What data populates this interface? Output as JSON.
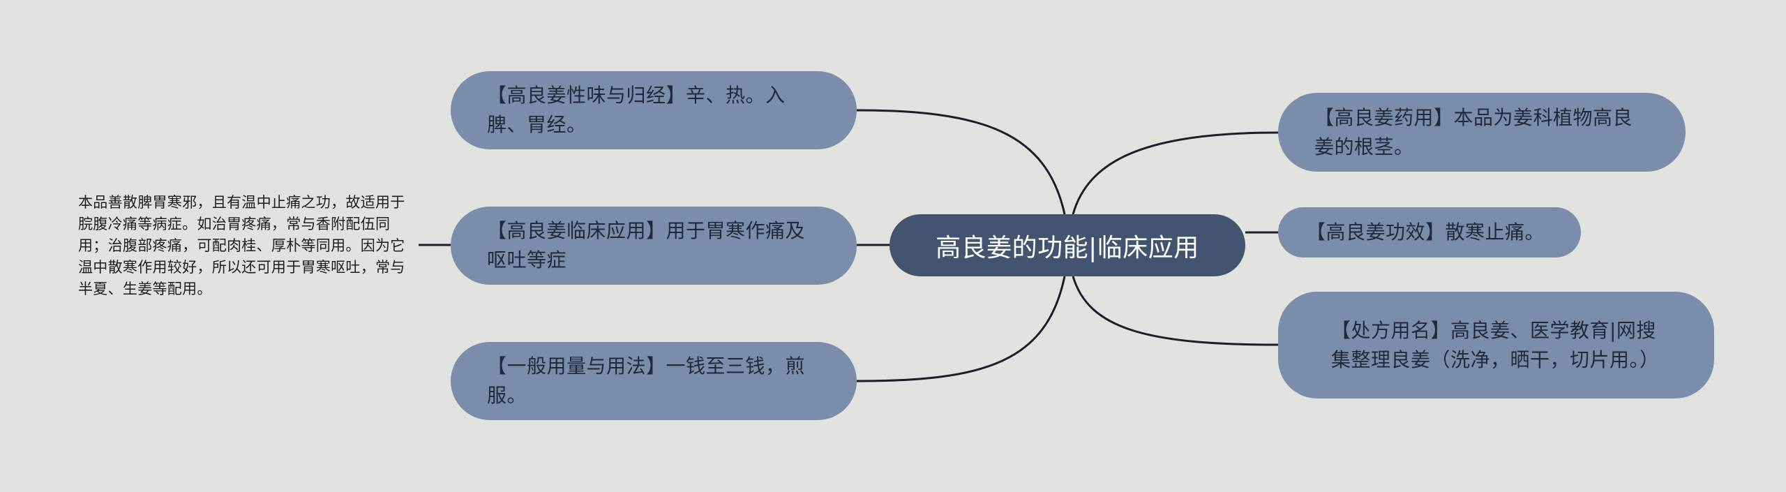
{
  "center": {
    "label": "高良姜的功能|临床应用"
  },
  "left_nodes": [
    {
      "label": "【高良姜性味与归经】辛、热。入脾、胃经。"
    },
    {
      "label": "【高良姜临床应用】用于胃寒作痛及呕吐等症"
    },
    {
      "label": "【一般用量与用法】一钱至三钱，煎服。"
    }
  ],
  "right_nodes": [
    {
      "label": "【高良姜药用】本品为姜科植物高良姜的根茎。"
    },
    {
      "label": "【高良姜功效】散寒止痛。"
    },
    {
      "label": "【处方用名】高良姜、医学教育|网搜集整理良姜（洗净，晒干，切片用。）"
    }
  ],
  "note": {
    "text": "本品善散脾胃寒邪，且有温中止痛之功，故适用于脘腹冷痛等病症。如治胃疼痛，常与香附配伍同用；治腹部疼痛，可配肉桂、厚朴等同用。因为它温中散寒作用较好，所以还可用于胃寒呕吐，常与半夏、生姜等配用。"
  },
  "colors": {
    "background": "#e1e2de",
    "center_fill": "#42546f",
    "node_fill": "#7a8daa",
    "line": "#1c1c2a"
  }
}
